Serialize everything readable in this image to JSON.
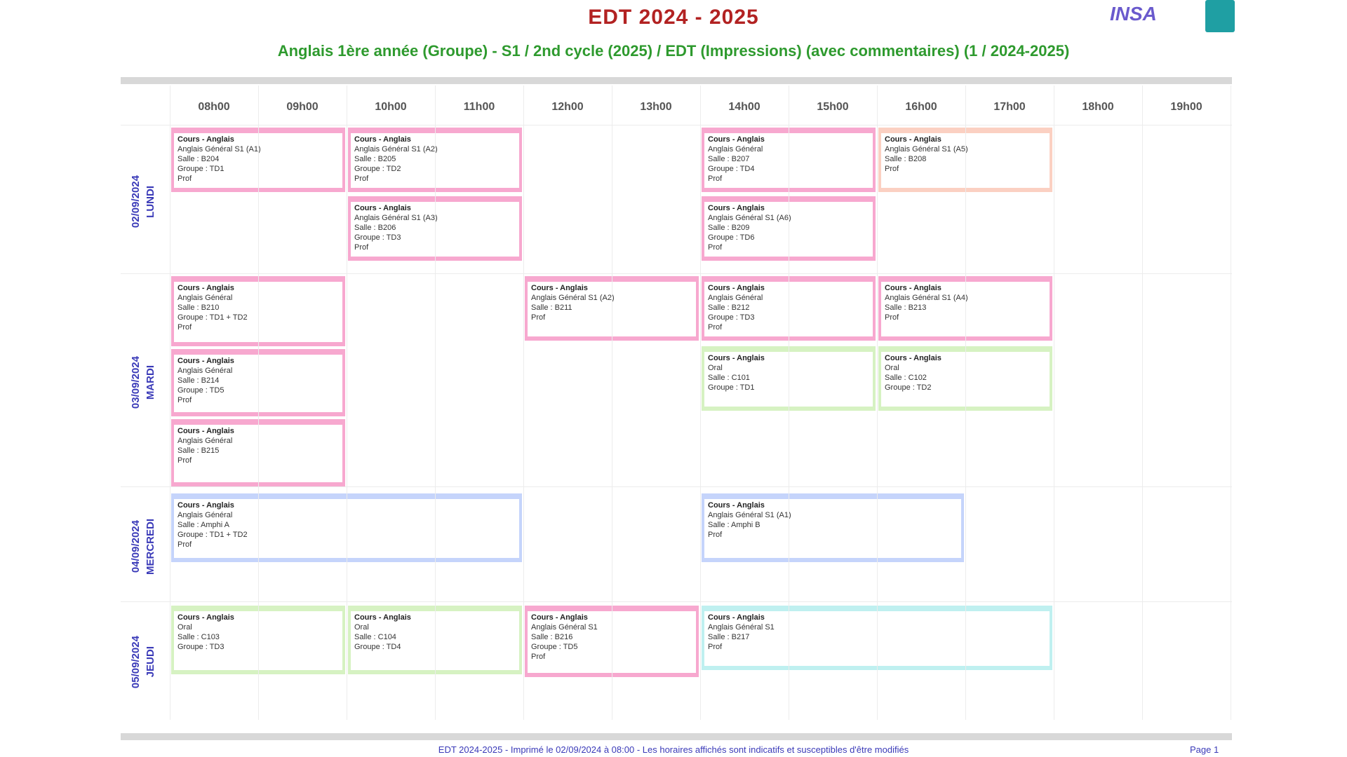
{
  "header": {
    "title": "EDT 2024 - 2025",
    "subtitle": "Anglais 1ère année (Groupe) - S1 / 2nd cycle (2025) / EDT (Impressions) (avec commentaires) (1 / 2024-2025)",
    "logo_text": "INSA",
    "title_color": "#b22222",
    "subtitle_color": "#2e9a2e",
    "logo_text_color": "#6a5acd",
    "logo_square_color": "#1f9fa3"
  },
  "time_labels": [
    "08h00",
    "09h00",
    "10h00",
    "11h00",
    "12h00",
    "13h00",
    "14h00",
    "15h00",
    "16h00",
    "17h00",
    "18h00",
    "19h00"
  ],
  "days": [
    {
      "line1": "LUNDI",
      "line2": "02/09/2024",
      "color": "#3a3ab8"
    },
    {
      "line1": "MARDI",
      "line2": "03/09/2024",
      "color": "#3a3ab8"
    },
    {
      "line1": "MERCREDI",
      "line2": "04/09/2024",
      "color": "#3a3ab8"
    },
    {
      "line1": "JEUDI",
      "line2": "05/09/2024",
      "color": "#3a3ab8"
    }
  ],
  "events": [
    {
      "id": "mon-1",
      "color": "#f7a8cf",
      "lines": [
        "Cours - Anglais",
        "Anglais Général S1 (A1)",
        "Salle : B204",
        "Groupe : TD1",
        "Prof"
      ]
    },
    {
      "id": "mon-2",
      "color": "#f7a8cf",
      "lines": [
        "Cours - Anglais",
        "Anglais Général S1 (A2)",
        "Salle : B205",
        "Groupe : TD2",
        "Prof"
      ]
    },
    {
      "id": "mon-3",
      "color": "#f7a8cf",
      "lines": [
        "Cours - Anglais",
        "Anglais Général S1 (A3)",
        "Salle : B206",
        "Groupe : TD3",
        "Prof"
      ]
    },
    {
      "id": "mon-4",
      "color": "#f7a8cf",
      "lines": [
        "Cours - Anglais",
        "Anglais Général",
        "Salle : B207",
        "Groupe : TD4",
        "Prof"
      ]
    },
    {
      "id": "mon-5",
      "color": "#fbd0c2",
      "lines": [
        "Cours - Anglais",
        "Anglais Général S1 (A5)",
        "Salle : B208",
        "Prof"
      ]
    },
    {
      "id": "mon-6",
      "color": "#f7a8cf",
      "lines": [
        "Cours - Anglais",
        "Anglais Général S1 (A6)",
        "Salle : B209",
        "Groupe : TD6",
        "Prof"
      ]
    },
    {
      "id": "tue-1",
      "color": "#f7a8cf",
      "lines": [
        "Cours - Anglais",
        "Anglais Général",
        "Salle : B210",
        "Groupe : TD1 + TD2",
        "Prof"
      ]
    },
    {
      "id": "tue-2",
      "color": "#f7a8cf",
      "lines": [
        "Cours - Anglais",
        "Anglais Général S1 (A2)",
        "Salle : B211",
        "Prof"
      ]
    },
    {
      "id": "tue-3",
      "color": "#f7a8cf",
      "lines": [
        "Cours - Anglais",
        "Anglais Général",
        "Salle : B212",
        "Groupe : TD3",
        "Prof"
      ]
    },
    {
      "id": "tue-4",
      "color": "#f7a8cf",
      "lines": [
        "Cours - Anglais",
        "Anglais Général S1 (A4)",
        "Salle : B213",
        "Prof"
      ]
    },
    {
      "id": "tue-5",
      "color": "#f7a8cf",
      "lines": [
        "Cours - Anglais",
        "Anglais Général",
        "Salle : B214",
        "Groupe : TD5",
        "Prof"
      ]
    },
    {
      "id": "tue-6",
      "color": "#f7a8cf",
      "lines": [
        "Cours - Anglais",
        "Anglais Général",
        "Salle : B215",
        "Prof"
      ]
    },
    {
      "id": "tue-7",
      "color": "#d6f2c2",
      "lines": [
        "Cours - Anglais",
        "Oral",
        "Salle : C101",
        "Groupe : TD1"
      ]
    },
    {
      "id": "tue-8",
      "color": "#d6f2c2",
      "lines": [
        "Cours - Anglais",
        "Oral",
        "Salle : C102",
        "Groupe : TD2"
      ]
    },
    {
      "id": "wed-1",
      "color": "#c5d4fb",
      "lines": [
        "Cours - Anglais",
        "Anglais Général",
        "Salle : Amphi A",
        "Groupe : TD1 + TD2",
        "Prof"
      ]
    },
    {
      "id": "wed-2",
      "color": "#c5d4fb",
      "lines": [
        "Cours - Anglais",
        "Anglais Général S1 (A1)",
        "Salle : Amphi B",
        "Prof"
      ]
    },
    {
      "id": "thu-1",
      "color": "#d6f2c2",
      "lines": [
        "Cours - Anglais",
        "Oral",
        "Salle : C103",
        "Groupe : TD3"
      ]
    },
    {
      "id": "thu-2",
      "color": "#d6f2c2",
      "lines": [
        "Cours - Anglais",
        "Oral",
        "Salle : C104",
        "Groupe : TD4"
      ]
    },
    {
      "id": "thu-3",
      "color": "#f7a8cf",
      "lines": [
        "Cours - Anglais",
        "Anglais Général S1",
        "Salle : B216",
        "Groupe : TD5",
        "Prof"
      ]
    },
    {
      "id": "thu-4",
      "color": "#bff0f0",
      "lines": [
        "Cours - Anglais",
        "Anglais Général S1",
        "Salle : B217",
        "Prof"
      ]
    }
  ],
  "footer": {
    "text": "EDT 2024-2025 - Imprimé le 02/09/2024 à 08:00 - Les horaires affichés sont indicatifs et susceptibles d'être modifiés",
    "page": "Page 1",
    "color": "#3a3ab8"
  }
}
